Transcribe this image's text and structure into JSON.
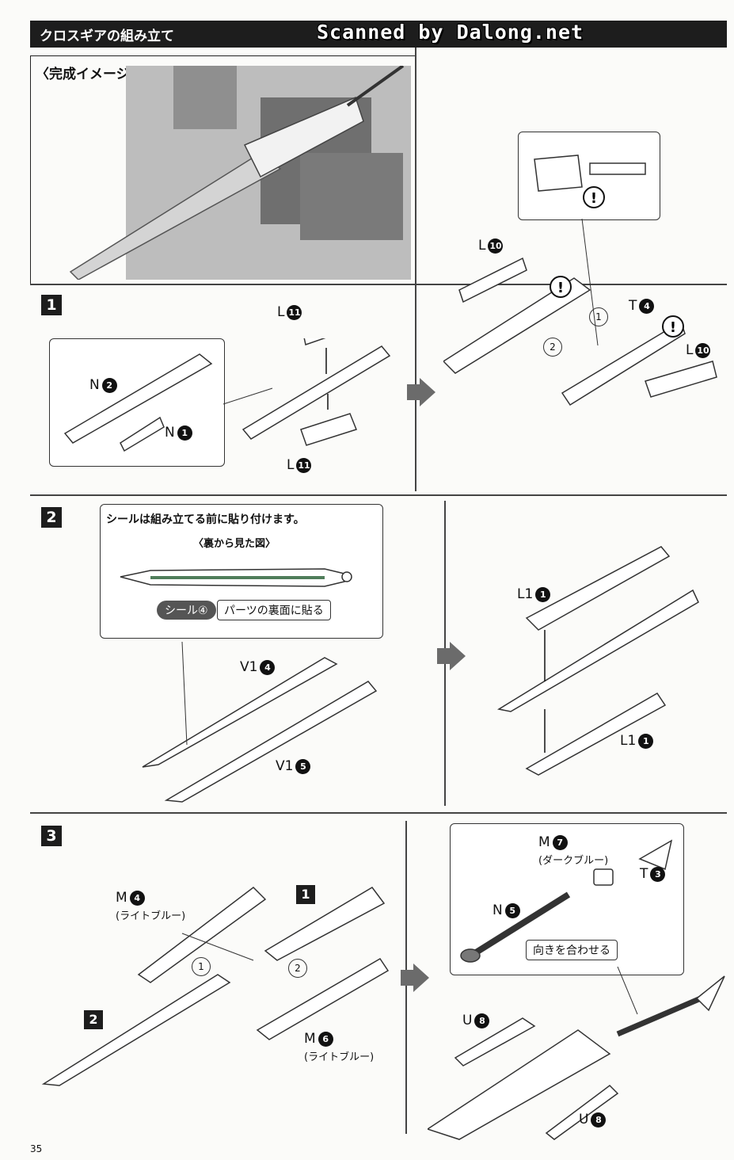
{
  "header": {
    "title": "クロスギアの組み立て",
    "watermark": "Scanned by Dalong.net"
  },
  "preview": {
    "label": "〈完成イメージ〉"
  },
  "steps": [
    {
      "number": "1",
      "parts": [
        {
          "text": "L",
          "num": "11"
        },
        {
          "text": "N",
          "num": "2"
        },
        {
          "text": "N",
          "num": "1"
        },
        {
          "text": "L",
          "num": "11"
        },
        {
          "text": "L",
          "num": "10"
        },
        {
          "text": "T",
          "num": "4"
        },
        {
          "text": "L",
          "num": "10"
        }
      ],
      "order": [
        "1",
        "2"
      ]
    },
    {
      "number": "2",
      "note": "シールは組み立てる前に貼り付けます。",
      "view": "〈裏から見た図〉",
      "sticker": "シール④",
      "sticker_hint": "パーツの裏面に貼る",
      "parts": [
        {
          "text": "V1",
          "num": "4"
        },
        {
          "text": "V1",
          "num": "5"
        },
        {
          "text": "L1",
          "num": "1"
        },
        {
          "text": "L1",
          "num": "1"
        }
      ]
    },
    {
      "number": "3",
      "parts": [
        {
          "text": "M",
          "num": "4",
          "color": "(ライトブルー)"
        },
        {
          "text": "M",
          "num": "6",
          "color": "(ライトブルー)"
        },
        {
          "text": "M",
          "num": "7",
          "color": "(ダークブルー)"
        },
        {
          "text": "T",
          "num": "3"
        },
        {
          "text": "N",
          "num": "5"
        },
        {
          "text": "U",
          "num": "8"
        },
        {
          "text": "U",
          "num": "8"
        }
      ],
      "sub_refs": [
        "1",
        "2"
      ],
      "hint": "向きを合わせる",
      "order": [
        "1",
        "2"
      ]
    }
  ],
  "page_number": "35",
  "colors": {
    "bar": "#1d1d1d",
    "arrow": "#6b6b6b"
  }
}
